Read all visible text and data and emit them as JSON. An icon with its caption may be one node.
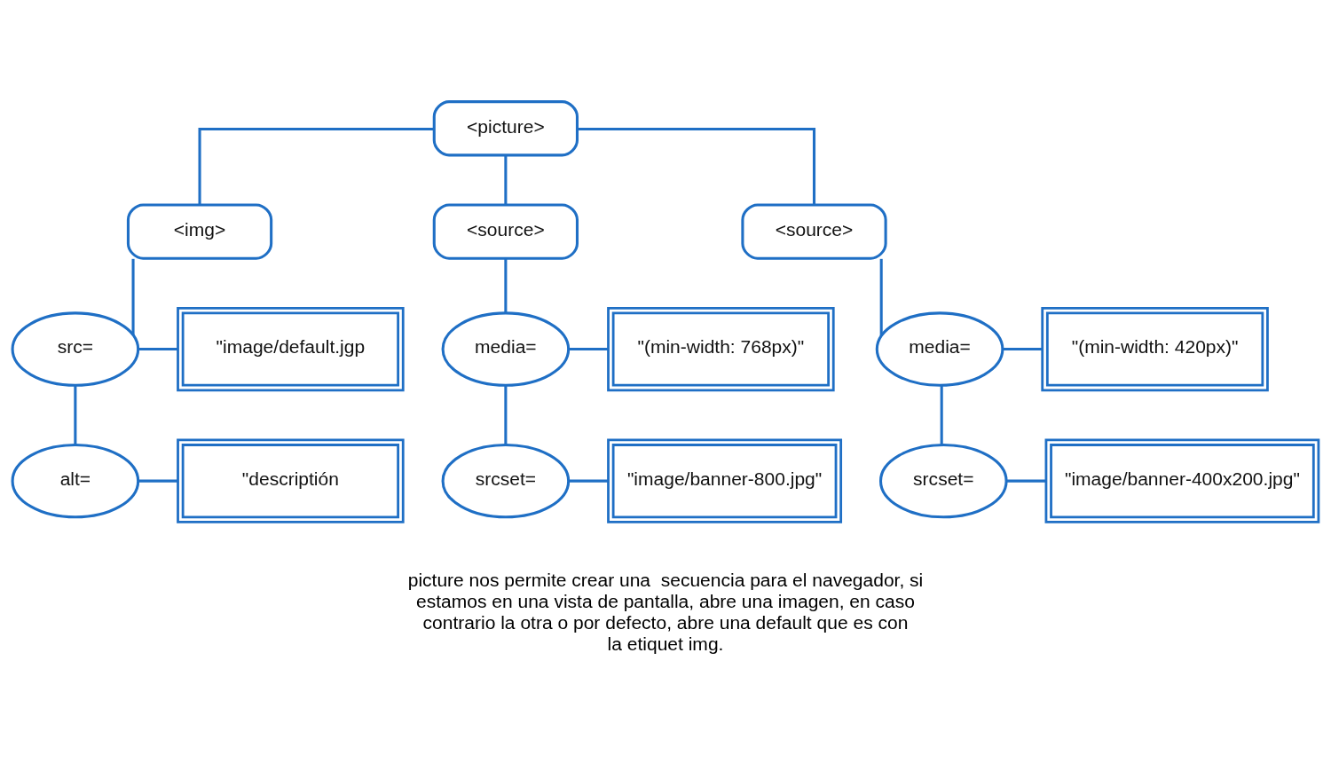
{
  "diagram": {
    "caption": "picture nos permite crear una  secuencia para el navegador, si estamos en una vista de pantalla, abre una imagen, en caso contrario la otra o por defecto, abre una default que es con la etiquet img.",
    "nodes": [
      {
        "text": [
          "<picture>"
        ]
      },
      {
        "text": [
          "<img>"
        ]
      },
      {
        "text": [
          "<source>"
        ]
      },
      {
        "text": [
          "<source>"
        ]
      },
      {
        "text": [
          "src="
        ]
      },
      {
        "text": [
          "\"image/default.jgp"
        ]
      },
      {
        "text": [
          "alt="
        ]
      },
      {
        "text": [
          "\"descriptión"
        ]
      },
      {
        "text": [
          "media="
        ]
      },
      {
        "text": [
          "\"(min-width: 768px)\""
        ]
      },
      {
        "text": [
          "srcset="
        ]
      },
      {
        "text": [
          "\"image/banner-800.jpg\""
        ]
      },
      {
        "text": [
          "media="
        ]
      },
      {
        "text": [
          "\"(min-width: 420px)\""
        ]
      },
      {
        "text": [
          "srcset="
        ]
      },
      {
        "text": [
          "\"image/banner-400x200.jpg\""
        ]
      }
    ],
    "edges": [
      {
        "from": 0,
        "to": 1,
        "arrow": "none"
      },
      {
        "from": 0,
        "to": 2,
        "arrow": "none"
      },
      {
        "from": 0,
        "to": 3,
        "arrow": "none"
      },
      {
        "from": 1,
        "to": 4,
        "arrow": "none"
      },
      {
        "from": 4,
        "to": 5,
        "arrow": "none"
      },
      {
        "from": 4,
        "to": 6,
        "arrow": "none"
      },
      {
        "from": 6,
        "to": 7,
        "arrow": "none"
      },
      {
        "from": 2,
        "to": 8,
        "arrow": "none"
      },
      {
        "from": 8,
        "to": 9,
        "arrow": "none"
      },
      {
        "from": 8,
        "to": 10,
        "arrow": "none"
      },
      {
        "from": 10,
        "to": 11,
        "arrow": "none"
      },
      {
        "from": 3,
        "to": 12,
        "arrow": "none"
      },
      {
        "from": 12,
        "to": 13,
        "arrow": "none"
      },
      {
        "from": 12,
        "to": 14,
        "arrow": "none"
      },
      {
        "from": 14,
        "to": 15,
        "arrow": "none"
      }
    ]
  }
}
